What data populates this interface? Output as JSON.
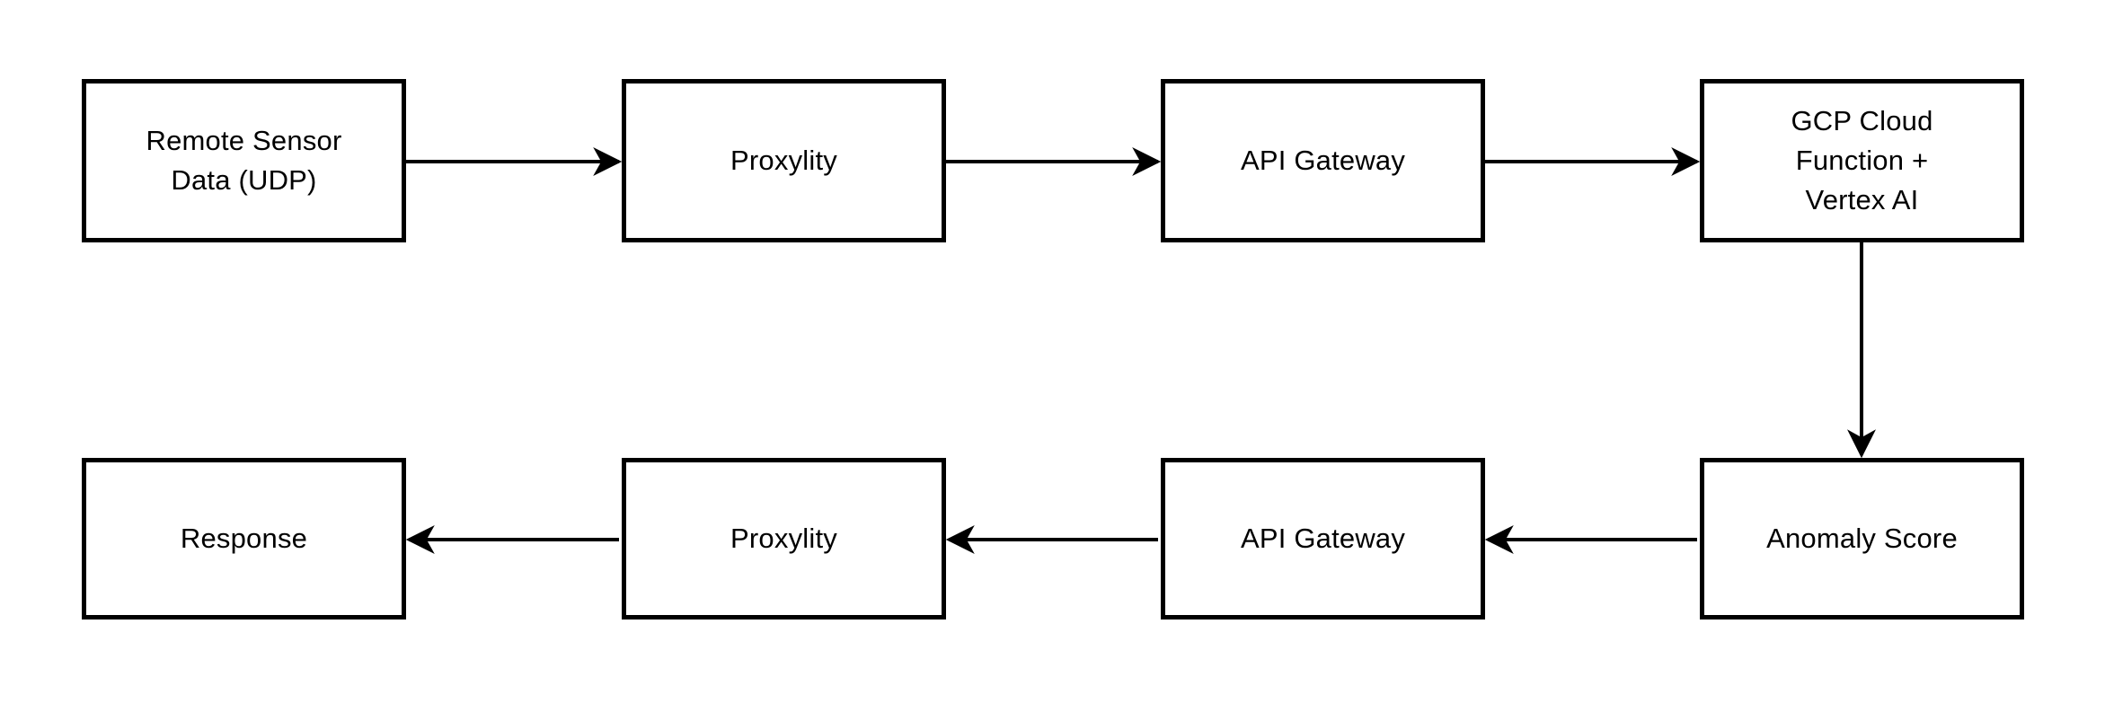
{
  "diagram": {
    "type": "flowchart",
    "colors": {
      "background": "#ffffff",
      "node_fill": "#ffffff",
      "node_border": "#000000",
      "arrow": "#000000",
      "text": "#000000"
    },
    "nodes": [
      {
        "id": "remote-sensor-data",
        "text": "Remote Sensor\nData (UDP)"
      },
      {
        "id": "proxylity-request",
        "text": "Proxylity"
      },
      {
        "id": "api-gateway-request",
        "text": "API Gateway"
      },
      {
        "id": "gcp-cloud-function-vertex-ai",
        "text": "GCP Cloud\nFunction +\nVertex AI"
      },
      {
        "id": "anomaly-score",
        "text": "Anomaly Score"
      },
      {
        "id": "api-gateway-response",
        "text": "API Gateway"
      },
      {
        "id": "proxylity-response",
        "text": "Proxylity"
      },
      {
        "id": "response",
        "text": "Response"
      }
    ],
    "edges": [
      {
        "from": "remote-sensor-data",
        "to": "proxylity-request",
        "direction": "right"
      },
      {
        "from": "proxylity-request",
        "to": "api-gateway-request",
        "direction": "right"
      },
      {
        "from": "api-gateway-request",
        "to": "gcp-cloud-function-vertex-ai",
        "direction": "right"
      },
      {
        "from": "gcp-cloud-function-vertex-ai",
        "to": "anomaly-score",
        "direction": "down"
      },
      {
        "from": "anomaly-score",
        "to": "api-gateway-response",
        "direction": "left"
      },
      {
        "from": "api-gateway-response",
        "to": "proxylity-response",
        "direction": "left"
      },
      {
        "from": "proxylity-response",
        "to": "response",
        "direction": "left"
      }
    ]
  }
}
